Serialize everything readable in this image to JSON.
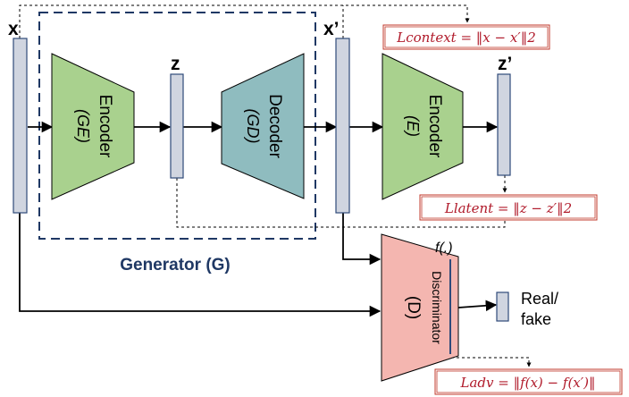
{
  "variables": {
    "x": "x",
    "z": "z",
    "x_prime": "x’",
    "z_prime": "z’",
    "f": "f(.)"
  },
  "blocks": {
    "encoder_ge": {
      "title": "Encoder",
      "sub": "(GE)",
      "color": "#a9d18e"
    },
    "decoder_gd": {
      "title": "Decoder",
      "sub": "(GD)",
      "color": "#8fbcbf"
    },
    "encoder_e": {
      "title": "Encoder",
      "sub": "(E)",
      "color": "#a9d18e"
    },
    "discriminator": {
      "title": "Discriminator",
      "sub": "(D)",
      "color": "#f4b6b0"
    }
  },
  "generator_label": "Generator (G)",
  "output_label": {
    "line1": "Real/",
    "line2": "fake"
  },
  "losses": {
    "context": "Lcontext = ‖x − x′‖2",
    "latent": "Llatent = ‖z − z′‖2",
    "adv": "Ladv = ‖f(x) − f(x′)‖"
  },
  "colors": {
    "vector": "#d0d5e0",
    "vector_border": "#2f4a7a",
    "generator_border": "#1f3864",
    "generator_text": "#1f3864",
    "loss_text": "#b01a2a",
    "loss_border": "#c0392b"
  }
}
